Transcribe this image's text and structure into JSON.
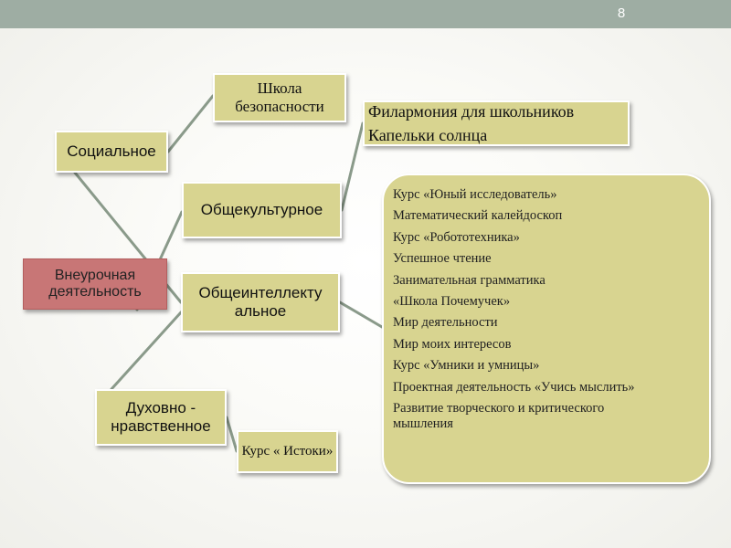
{
  "slide": {
    "number": "8"
  },
  "nodes": {
    "root": "Внеурочная деятельность",
    "social": "Социальное",
    "culture": "Общекультурное",
    "intel": "Общеинтеллекту альное",
    "spirit": "Духовно - нравственное",
    "school": "Школа безопасности",
    "istoki": "Курс « Истоки»"
  },
  "culture_activities": [
    "Филармония для школьников",
    "Капельки  солнца"
  ],
  "intel_courses": [
    "Курс  «Юный исследователь»",
    "Математический  калейдоскоп",
    "Курс «Робототехника»",
    "Успешное чтение",
    "Занимательная грамматика",
    "«Школа Почемучек»",
    "Мир деятельности",
    "Мир моих интересов",
    "Курс «Умники  и умницы»",
    "Проектная деятельность «Учись  мыслить»",
    "Развитие творческого и критического мышления"
  ],
  "colors": {
    "topbar": "#9eada3",
    "node_fill": "#d8d490",
    "root_fill": "#c87676",
    "connector": "#8a9a8a"
  }
}
